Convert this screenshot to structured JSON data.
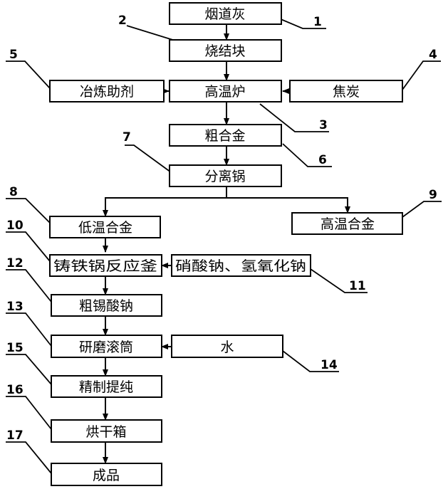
{
  "boxes": {
    "flue_ash": "烟道灰",
    "sinter_block": "烧结块",
    "smelting_flux": "冶炼助剂",
    "high_temp_furnace": "高温炉",
    "coke": "焦炭",
    "crude_alloy": "粗合金",
    "separation_pot": "分离锅",
    "low_temp_alloy": "低温合金",
    "high_temp_alloy": "高温合金",
    "cast_iron_reactor": "铸铁锅反应釜",
    "reagents": "硝酸钠、氢氧化钠",
    "crude_sodium_stannate": "粗锡酸钠",
    "grinding_drum": "研磨滚筒",
    "water": "水",
    "refining": "精制提纯",
    "drying_oven": "烘干箱",
    "product": "成品"
  },
  "numbers": {
    "n1": "1",
    "n2": "2",
    "n3": "3",
    "n4": "4",
    "n5": "5",
    "n6": "6",
    "n7": "7",
    "n8": "8",
    "n9": "9",
    "n10": "10",
    "n11": "11",
    "n12": "12",
    "n13": "13",
    "n14": "14",
    "n15": "15",
    "n16": "16",
    "n17": "17"
  }
}
